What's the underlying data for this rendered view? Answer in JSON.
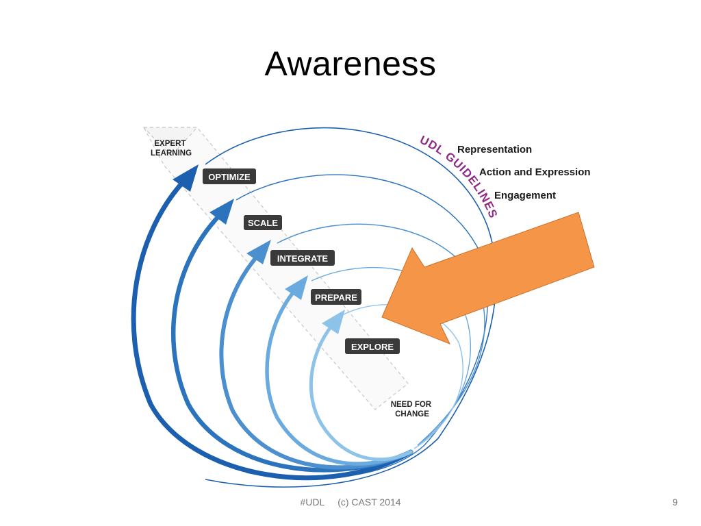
{
  "slide": {
    "title": "Awareness",
    "footer": "#UDL     (c) CAST 2014",
    "page_number": "9"
  },
  "diagram": {
    "top_label": [
      "EXPERT",
      "LEARNING"
    ],
    "bottom_label": [
      "NEED FOR",
      "CHANGE"
    ],
    "stages": [
      "OPTIMIZE",
      "SCALE",
      "INTEGRATE",
      "PREPARE",
      "EXPLORE"
    ],
    "ring_label": "UDL GUIDELINES",
    "guidelines": [
      "Representation",
      "Action and Expression",
      "Engagement"
    ],
    "colors": {
      "ring_dark": "#1c5fae",
      "ring_light": "#8ec3e9",
      "stage_badge": "#3a3a3a",
      "udl_purple": "#8e2b86",
      "callout_arrow": "#f59547"
    }
  }
}
